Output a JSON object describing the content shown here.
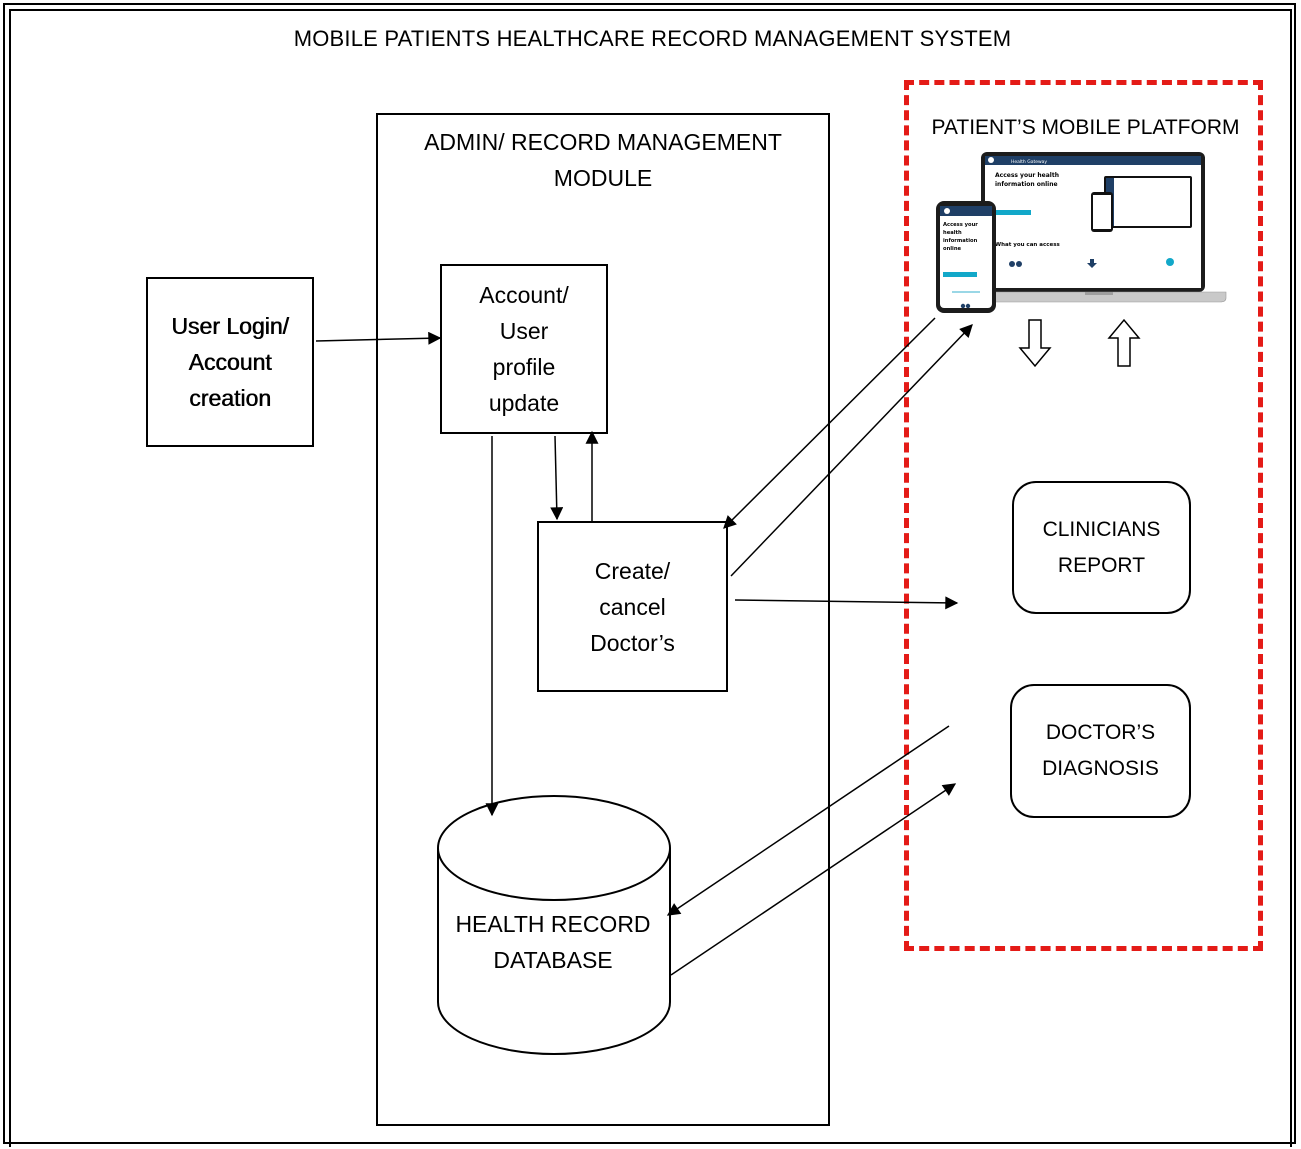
{
  "title": "MOBILE PATIENTS HEALTHCARE RECORD MANAGEMENT SYSTEM",
  "admin_module": {
    "title": "ADMIN/ RECORD MANAGEMENT MODULE",
    "title_lines": [
      "ADMIN/ RECORD MANAGEMENT",
      "MODULE"
    ]
  },
  "nodes": {
    "user_login": [
      "User Login/",
      "Account",
      "creation"
    ],
    "account_update": [
      "Account/",
      "User",
      "profile",
      "update"
    ],
    "create_cancel": [
      "Create/",
      "cancel",
      "Doctor’s"
    ],
    "database": [
      "HEALTH RECORD",
      "DATABASE"
    ]
  },
  "mobile_platform": {
    "title": "PATIENT’S MOBILE PLATFORM",
    "clinicians_report": [
      "CLINICIANS",
      "REPORT"
    ],
    "doctors_diagnosis": [
      "DOCTOR’S",
      "DIAGNOSIS"
    ],
    "device_screen": {
      "laptop_header": "Health Gateway",
      "headline": [
        "Access your health",
        "information online"
      ],
      "phone_headline": [
        "Access your",
        "health",
        "information",
        "online"
      ],
      "section_label": "What you can access"
    }
  },
  "colors": {
    "dashed_border": "#e41b17",
    "line": "#000000",
    "device_accent": "#12a8c9"
  }
}
